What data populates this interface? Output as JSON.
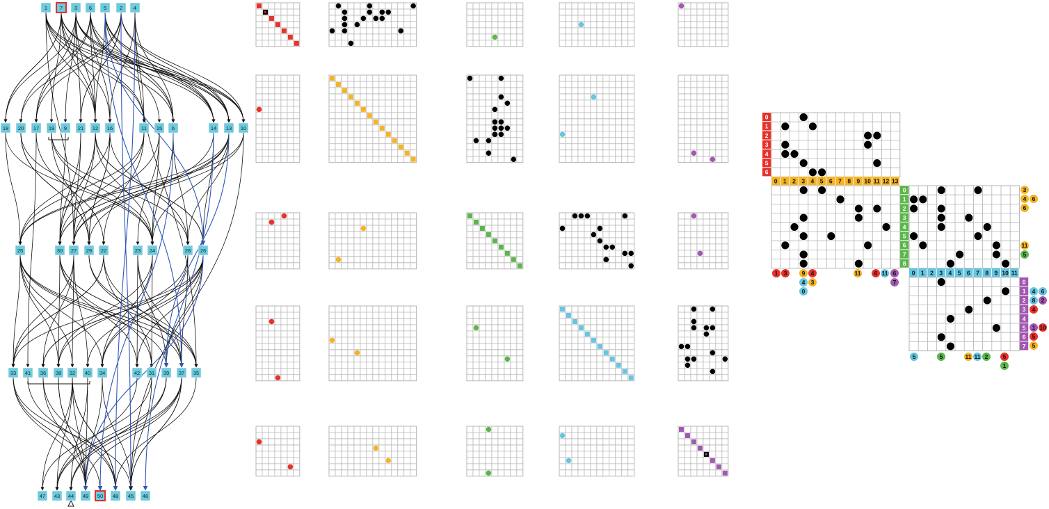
{
  "colors": {
    "node_fill": "#6fcadc",
    "node_highlight_border": "#e0302c",
    "edge_black": "#111111",
    "edge_blue": "#2f55b8",
    "grid_line": "#b4b4b4",
    "levels": [
      "#e8312a",
      "#f4b424",
      "#5bb74b",
      "#66c6df",
      "#a158b0"
    ],
    "black": "#000000"
  },
  "graph": {
    "layers": [
      [
        "1",
        "7",
        "3",
        "6",
        "5",
        "2",
        "4"
      ],
      [
        "18",
        "20",
        "17",
        "19",
        "9",
        "21",
        "12",
        "16",
        "11",
        "15",
        "6",
        "14",
        "13",
        "10"
      ],
      [
        "25",
        "30",
        "27",
        "29",
        "22",
        "23",
        "24",
        "28",
        "26"
      ],
      [
        "33",
        "41",
        "36",
        "38",
        "32",
        "40",
        "34",
        "42",
        "31",
        "39",
        "37",
        "35"
      ],
      [
        "47",
        "43",
        "44",
        "49",
        "50",
        "48",
        "45",
        "46"
      ]
    ],
    "highlighted": [
      "7",
      "50"
    ]
  },
  "matrix_grid": {
    "level_sizes": [
      7,
      14,
      9,
      12,
      8
    ],
    "diagonal_marked": [
      [
        0,
        1
      ],
      [
        4,
        4
      ]
    ]
  },
  "compact_view": {
    "red_indices": [
      "0",
      "1",
      "2",
      "3",
      "4",
      "5",
      "6"
    ],
    "orange_indices": [
      "0",
      "1",
      "2",
      "3",
      "4",
      "5",
      "6",
      "7",
      "8",
      "9",
      "10",
      "11",
      "12",
      "13"
    ],
    "green_indices": [
      "0",
      "1",
      "2",
      "3",
      "4",
      "5",
      "6",
      "7",
      "8"
    ],
    "blue_indices": [
      "0",
      "1",
      "2",
      "3",
      "4",
      "5",
      "6",
      "7",
      "8",
      "9",
      "10",
      "11"
    ],
    "purple_indices": [
      "0",
      "1",
      "2",
      "3",
      "4",
      "5",
      "6",
      "7"
    ],
    "badges_under_orange": [
      "1",
      "3",
      "9",
      "4",
      "11",
      "6",
      "11",
      "6",
      "4",
      "3",
      "0",
      "7"
    ],
    "badges_right_green": [
      "3",
      "4",
      "6",
      "6",
      "11",
      "5"
    ],
    "badges_right_purple": [
      "4",
      "6",
      "8",
      "2",
      "4",
      "1",
      "5",
      "5",
      "10"
    ],
    "badges_under_blue": [
      "5",
      "5",
      "11",
      "11",
      "2",
      "5",
      "1"
    ]
  }
}
